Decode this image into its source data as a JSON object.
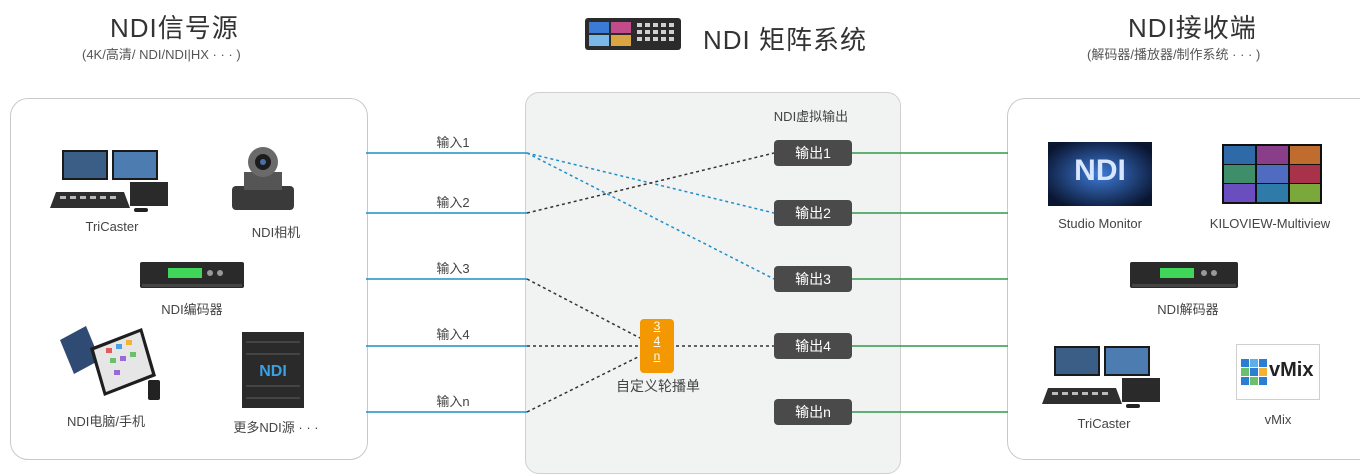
{
  "header": {
    "source_title": "NDI信号源",
    "source_subtitle": "(4K/高清/ NDI/NDI|HX · · · )",
    "matrix_title": "NDI 矩阵系统",
    "receiver_title": "NDI接收端",
    "receiver_subtitle": "(解码器/播放器/制作系统 · · · )"
  },
  "sources": {
    "items": [
      {
        "label": "TriCaster",
        "icon": "tricaster-icon"
      },
      {
        "label": "NDI相机",
        "icon": "ptz-camera-icon"
      },
      {
        "label": "NDI编码器",
        "icon": "encoder-icon"
      },
      {
        "label": "NDI电脑/手机",
        "icon": "laptop-phone-icon"
      },
      {
        "label": "更多NDI源 · · ·",
        "icon": "server-rack-icon"
      }
    ]
  },
  "matrix": {
    "virtual_output_label": "NDI虚拟输出",
    "inputs": [
      "输入1",
      "输入2",
      "输入3",
      "输入4",
      "输入n"
    ],
    "outputs": [
      "输出1",
      "输出2",
      "输出3",
      "输出4",
      "输出n"
    ],
    "playlist": {
      "lines": [
        "3",
        "4",
        "n"
      ],
      "label": "自定义轮播单"
    }
  },
  "receivers": {
    "items": [
      {
        "label": "Studio Monitor",
        "icon": "ndi-monitor-icon",
        "logo_text": "NDI"
      },
      {
        "label": "KILOVIEW-Multiview",
        "icon": "multiview-icon"
      },
      {
        "label": "NDI解码器",
        "icon": "decoder-icon"
      },
      {
        "label": "TriCaster",
        "icon": "tricaster-icon"
      },
      {
        "label": "vMix",
        "icon": "vmix-logo-icon",
        "logo_text": "vMix"
      }
    ]
  },
  "colors": {
    "input_line": "#1f8fc9",
    "output_line": "#2e9a4a",
    "output_box": "#4a4a4a",
    "playlist": "#f39800"
  }
}
